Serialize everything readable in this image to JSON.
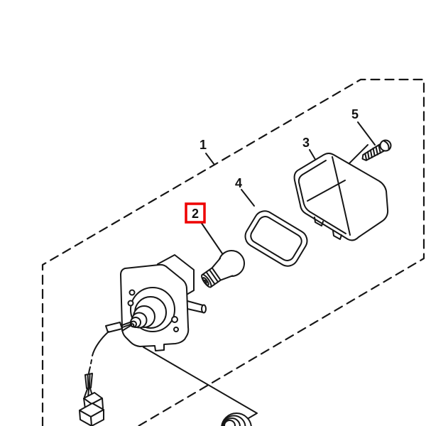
{
  "figure": {
    "type": "exploded-parts-diagram",
    "subject": "tail lamp assembly line drawing",
    "background_color": "#ffffff",
    "line_color": "#161616",
    "highlight_color": "#ee0000"
  },
  "parts": [
    {
      "number": "1",
      "highlighted": false
    },
    {
      "number": "2",
      "highlighted": true
    },
    {
      "number": "3",
      "highlighted": false
    },
    {
      "number": "4",
      "highlighted": false
    },
    {
      "number": "5",
      "highlighted": false
    }
  ]
}
